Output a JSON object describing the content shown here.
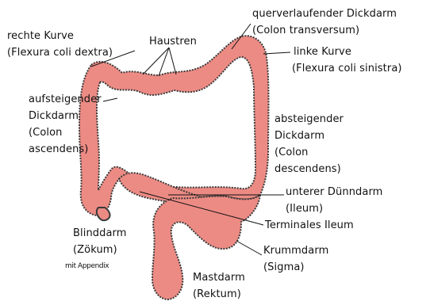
{
  "colors": {
    "colon_fill": "#ec8b84",
    "colon_edge": "#3a3a3a",
    "label_text": "#111111",
    "background": "#ffffff"
  },
  "labels": {
    "flexura_dextra": {
      "line1": "rechte Kurve",
      "line2": "(Flexura coli dextra)"
    },
    "haustren": "Haustren",
    "colon_transversum": {
      "line1": "querverlaufender Dickdarm",
      "line2": "(Colon transversum)"
    },
    "flexura_sinistra": {
      "line1": "linke Kurve",
      "line2": "(Flexura coli sinistra)"
    },
    "colon_ascendens": {
      "line1": "aufsteigender",
      "line2": "Dickdarm",
      "line3": "(Colon",
      "line4": "ascendens)"
    },
    "colon_descendens": {
      "line1": "absteigender",
      "line2": "Dickdarm",
      "line3": "(Colon",
      "line4": "descendens)"
    },
    "ileum": {
      "line1": "unterer Dünndarm",
      "line2": "(Ileum)"
    },
    "terminales_ileum": "Terminales Ileum",
    "zoekum": {
      "line1": "Blinddarm",
      "line2": "(Zökum)",
      "line3": "mit Appendix"
    },
    "sigma": {
      "line1": "Krummdarm",
      "line2": "(Sigma)"
    },
    "rektum": {
      "line1": "Mastdarm",
      "line2": "(Rektum)"
    }
  }
}
